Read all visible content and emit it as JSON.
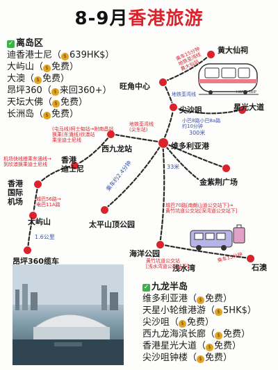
{
  "title": {
    "part1": "8-9月",
    "part2": "香港旅游"
  },
  "colors": {
    "accent": "#d9232d",
    "check": "#3bb04b"
  },
  "outlying": {
    "heading": "离岛区",
    "items": [
      {
        "name": "迪香港士尼",
        "price": "639HK$"
      },
      {
        "name": "大屿山",
        "price": "免费"
      },
      {
        "name": "大澳",
        "price": "免费"
      },
      {
        "name": "昂坪360",
        "price": "来回360+"
      },
      {
        "name": "天坛大佛",
        "price": "免费"
      },
      {
        "name": "长洲岛",
        "price": "免费"
      }
    ]
  },
  "kowloon": {
    "heading": "九龙半岛",
    "items": [
      {
        "name": "维多利亚港",
        "price": "免费"
      },
      {
        "name": "天星小轮维港游",
        "price": "5HK$"
      },
      {
        "name": "尖沙咀",
        "price": "免费"
      },
      {
        "name": "西九龙海滨长廊",
        "price": "免费"
      },
      {
        "name": "香港星光大道",
        "price": "免费"
      },
      {
        "name": "尖沙咀钟楼",
        "price": "免费"
      }
    ]
  },
  "stations": {
    "wong_tai_sin": "黄大仙祠",
    "mong_kok": "旺角中心",
    "tsim_sha_tsui": "尖沙咀",
    "avenue_of_stars": "星光大道",
    "west_kowloon": "西九龙站",
    "victoria_harbour": "维多利亚港",
    "disney": "香港\n迪士尼",
    "airport": "香港\n国际\n机场",
    "bauhinia": "金紫荆广场",
    "lantau": "大屿山",
    "peak": "太平山顶公园",
    "ocean_park": "海洋公园",
    "ngong_ping": "昂坪360缆车",
    "repulse_bay": "浅水湾",
    "stanley": "石澳"
  },
  "notes": {
    "wts": "乘车15分钟\n地铁荃湾线\n黄大仙站",
    "mtr_tw": "地铁荃湾线",
    "tst_mk": "地铁荃湾线\n(尖东站)",
    "tst_aos": "小巴8路小巴8a路\n约10分钟",
    "km300": "300米",
    "wk_note": "(屯马线)柯士甸站→附南昌站\n换乘(东涌线)欣澳站\n乘坐迪士尼线",
    "airport_note": "机场快线搭乘东涌线→\n到欣澳换乘迪士尼线",
    "m33": "33米",
    "bus_note": "城巴56路→\n电巴11A路",
    "peak_note": "乘车约2.4分钟",
    "citybus": "城巴70路[南朗山道公交站下]→\n黄竹坑道公交站[深湾道公交站下]",
    "wch": "黄竹坑道公交站\n[浅水湾道公交站下]",
    "km16": "1.6公里",
    "stanley_note": "乘车15分钟"
  },
  "icons": [
    "check-icon",
    "money-bag-icon",
    "train-icon",
    "bus-icon",
    "suitcase-icon"
  ],
  "train_sign": "HAPPY TRIP"
}
